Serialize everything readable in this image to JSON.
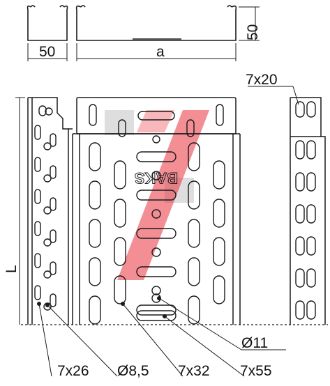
{
  "brand": "BAKS",
  "dimensions": {
    "width_top": "50",
    "height_top": "50",
    "length_top": "a",
    "length_side": "L",
    "slot_label": "7x20"
  },
  "callouts": {
    "hole_small": "Ø11",
    "slot_7x26": "7x26",
    "hole_8_5": "Ø8,5",
    "slot_7x32": "7x32",
    "slot_7x55": "7x55"
  },
  "colors": {
    "line": "#1a1a1a",
    "watermark_red": "#e8323c",
    "watermark_gray": "#c8c8c8"
  }
}
